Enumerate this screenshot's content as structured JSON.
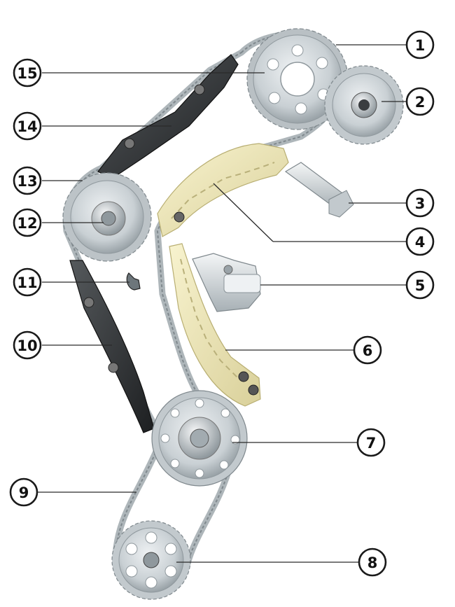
{
  "callouts": [
    {
      "id": "1",
      "label": "1"
    },
    {
      "id": "2",
      "label": "2"
    },
    {
      "id": "3",
      "label": "3"
    },
    {
      "id": "4",
      "label": "4"
    },
    {
      "id": "5",
      "label": "5"
    },
    {
      "id": "6",
      "label": "6"
    },
    {
      "id": "7",
      "label": "7"
    },
    {
      "id": "8",
      "label": "8"
    },
    {
      "id": "9",
      "label": "9"
    },
    {
      "id": "10",
      "label": "10"
    },
    {
      "id": "11",
      "label": "11"
    },
    {
      "id": "12",
      "label": "12"
    },
    {
      "id": "13",
      "label": "13"
    },
    {
      "id": "14",
      "label": "14"
    },
    {
      "id": "15",
      "label": "15"
    }
  ],
  "colors": {
    "sprocket": "#cfd5d9",
    "sprocket_dark": "#9aa3a8",
    "chain": "#b9c0c4",
    "guide_dark": "#2b2e30",
    "guide_light": "#efe8b4",
    "tensioner": "#e3e7ea"
  },
  "components": [
    {
      "name": "camshaft-sprocket-top",
      "icon": "gear-icon"
    },
    {
      "name": "high-pressure-pump-sprocket",
      "icon": "gear-icon"
    },
    {
      "name": "bolt",
      "icon": "bolt-icon"
    },
    {
      "name": "tensioning-rail-upper",
      "icon": "rail-icon"
    },
    {
      "name": "chain-tensioner",
      "icon": "tensioner-icon"
    },
    {
      "name": "tensioning-rail-lower",
      "icon": "rail-icon"
    },
    {
      "name": "crankshaft-sprocket",
      "icon": "gear-icon"
    },
    {
      "name": "oil-pump-sprocket",
      "icon": "gear-icon"
    },
    {
      "name": "oil-pump-chain",
      "icon": "chain-icon"
    },
    {
      "name": "guide-rail-left",
      "icon": "rail-icon"
    },
    {
      "name": "chain-clip",
      "icon": "clip-icon"
    },
    {
      "name": "camshaft-sprocket-left",
      "icon": "gear-icon"
    },
    {
      "name": "timing-chain",
      "icon": "chain-icon"
    },
    {
      "name": "guide-rail-upper",
      "icon": "rail-icon"
    },
    {
      "name": "camshaft-sprocket-hub",
      "icon": "gear-icon"
    }
  ]
}
